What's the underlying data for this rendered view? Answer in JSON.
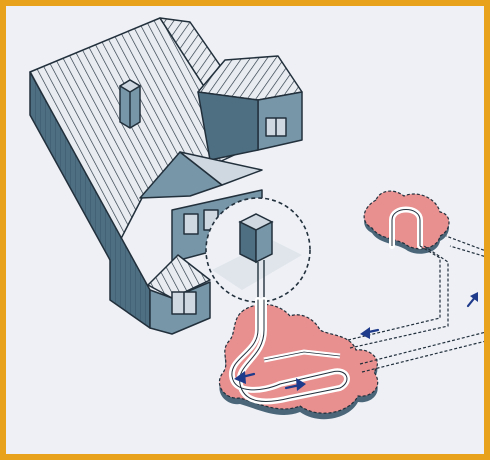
{
  "colors": {
    "border": "#e8a21c",
    "paper": "#eef0f6",
    "house_line": "#22303c",
    "house_side": "#4e6f82",
    "house_face": "#7796a8",
    "roof": "#e9edf2",
    "ground_loop": "#e88f8f",
    "ground_shadow": "#4a6678",
    "arrow": "#1e3a8a"
  },
  "icons": {
    "house": "house-illustration",
    "heat_pump": "heat-pump-unit",
    "loop_field": "ground-loop-field",
    "flow_arrows": "flow-direction-arrows"
  }
}
